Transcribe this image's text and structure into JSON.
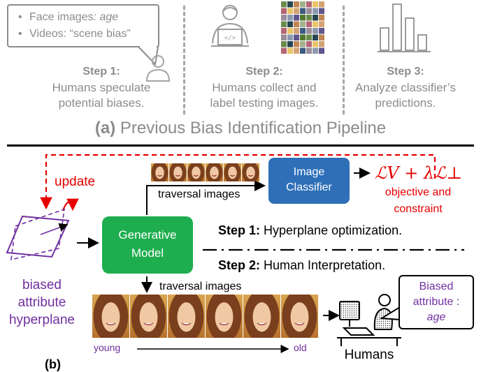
{
  "top": {
    "bubble_items": [
      {
        "text": "Face images",
        "emph": ": age"
      },
      {
        "text": "Videos: “scene bias”",
        "emph": ""
      }
    ],
    "steps": [
      {
        "title": "Step 1:",
        "line1": "Humans speculate",
        "line2": "potential biases."
      },
      {
        "title": "Step 2:",
        "line1": "Humans collect and",
        "line2": "label testing images."
      },
      {
        "title": "Step 3:",
        "line1": "Analyze classifier’s",
        "line2": "predictions."
      }
    ],
    "section_label_a": "(a)",
    "section_label_rest": " Previous Bias Identification Pipeline"
  },
  "bottom": {
    "update_label": "update",
    "traversal_top_prefix": "traversal",
    "traversal_top_suffix": " images",
    "classifier_line1": "Image",
    "classifier_line2": "Classifier",
    "objective_formula": "ℒV + λℒ⊥",
    "objective_line1": "objective and",
    "objective_line2": "constraint",
    "generative_line1": "Generative",
    "generative_line2": "Model",
    "step1_bold": "Step 1:",
    "step1_text": " Hyperplane optimization.",
    "step2_bold": "Step 2:",
    "step2_text": " Human Interpretation.",
    "traversal_bottom": "traversal images",
    "hyperplane_line1": "biased",
    "hyperplane_line2": "attribute",
    "hyperplane_line3": "hyperplane",
    "young_label": "young",
    "old_label": "old",
    "humans_label": "Humans",
    "human_bubble_line1": "Biased",
    "human_bubble_line2": "attribute :",
    "human_bubble_line3": "age",
    "section_label_b": "(b)"
  },
  "colors": {
    "gray": "#8c8c8c",
    "classifier_blue": "#2e6fb8",
    "generative_green": "#1fae4f",
    "red": "#e60000",
    "purple": "#7030a0"
  }
}
